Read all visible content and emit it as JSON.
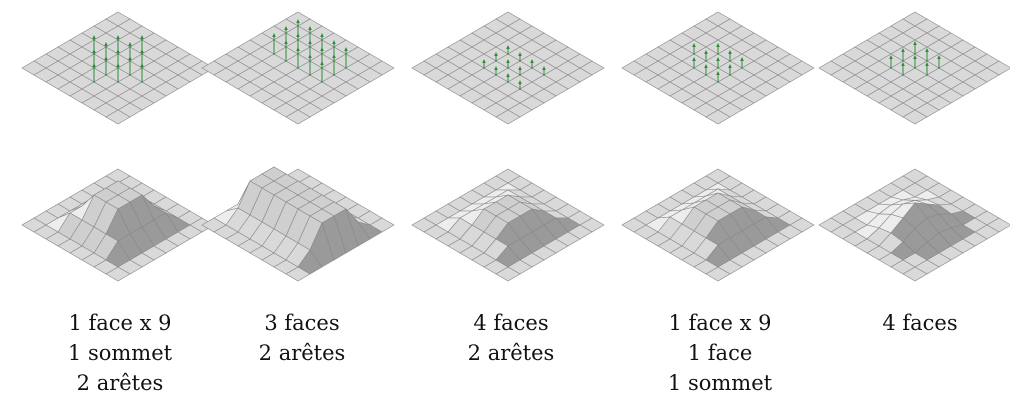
{
  "figure": {
    "top_row_label": "",
    "bottom_row_label": "",
    "panels": [
      {
        "id": 1,
        "caption_lines": [
          "1 face x 9",
          "1 sommet",
          "2 arêtes"
        ]
      },
      {
        "id": 2,
        "caption_lines": [
          "3 faces",
          "2 arêtes"
        ]
      },
      {
        "id": 3,
        "caption_lines": [
          "4 faces",
          "2 arêtes"
        ]
      },
      {
        "id": 4,
        "caption_lines": [
          "1 face x 9",
          "1 face",
          "1 sommet"
        ]
      },
      {
        "id": 5,
        "caption_lines": [
          "4 faces"
        ]
      }
    ]
  },
  "colors": {
    "grid_fill": "#d9d9d9",
    "grid_line": "#888888",
    "normal_arrow": "#2e8b3a",
    "fold_dark": "#9a9a9a",
    "fold_light": "#ededed"
  }
}
